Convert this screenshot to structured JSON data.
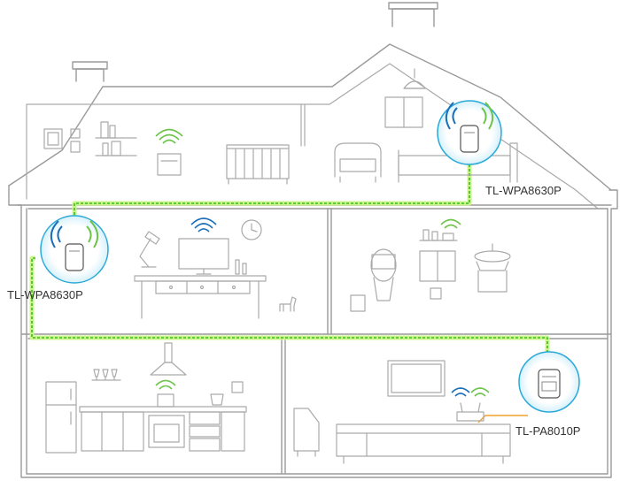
{
  "devices": [
    {
      "label": "TL-WPA8630P"
    },
    {
      "label": "TL-WPA8630P"
    },
    {
      "label": "TL-PA8010P"
    }
  ],
  "colors": {
    "outline": "#9a9a9a",
    "powerline": "#3dbb24",
    "powerline_glow": "#b8f06a",
    "ethernet": "#f0a02a",
    "wifi_blue": "#1b6fb8",
    "wifi_green": "#6dc44a",
    "device_ring": "#2aa8d8"
  }
}
